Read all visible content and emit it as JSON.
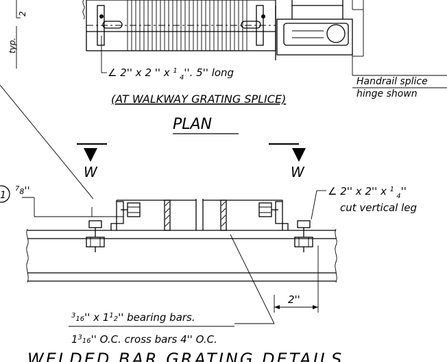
{
  "plan": {
    "angle_note_symbol": "∠",
    "angle_note_text": "2'' x 2 '' x ",
    "angle_note_frac_num": "1",
    "angle_note_frac_den": "4",
    "angle_note_end": "''. 5'' long",
    "dim_left_text": "2",
    "typ_text": "typ.",
    "handrail_line1": "Handrail splice",
    "handrail_line2": "hinge shown",
    "caption": "(AT WALKWAY GRATING SPLICE)",
    "title": "PLAN"
  },
  "section": {
    "marker_left": "W",
    "marker_right": "W",
    "callout": "1",
    "dim_num": "7",
    "dim_den": "8",
    "dim_unit": "''",
    "angle_symbol": "∠",
    "angle_text": "2'' x 2'' x ",
    "angle_frac_num": "1",
    "angle_frac_den": "4",
    "angle_unit": "''",
    "angle_line2": "cut vertical leg",
    "spacing_dim": "2''",
    "note1_num": "3",
    "note1_den": "16",
    "note1_mid": "'' x 1",
    "note1_frac_num": "1",
    "note1_frac_den": "2",
    "note1_end": "'' bearing bars.",
    "note2_whole": "1",
    "note2_num": "3",
    "note2_den": "16",
    "note2_end": "'' O.C. cross bars 4'' O.C."
  },
  "footer_title": "WELDED BAR GRATING DETAILS"
}
